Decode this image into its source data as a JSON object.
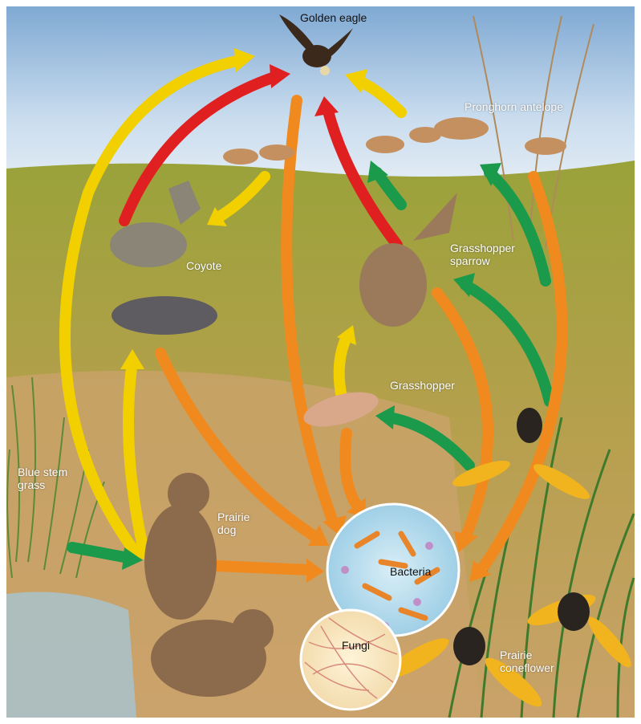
{
  "labels": {
    "golden_eagle": "Golden eagle",
    "pronghorn_antelope": "Pronghorn antelope",
    "coyote": "Coyote",
    "grasshopper_sparrow_line1": "Grasshopper",
    "grasshopper_sparrow_line2": "sparrow",
    "grasshopper": "Grasshopper",
    "blue_stem_grass_line1": "Blue stem",
    "blue_stem_grass_line2": "grass",
    "prairie_dog_line1": "Prairie",
    "prairie_dog_line2": "dog",
    "bacteria": "Bacteria",
    "fungi": "Fungi",
    "prairie_coneflower_line1": "Prairie",
    "prairie_coneflower_line2": "coneflower"
  },
  "arrow_colors": {
    "producer_to_herbivore": "#1a9a4a",
    "herbivore_to_carnivore": "#f2d000",
    "carnivore_to_top": "#e02020",
    "to_decomposers": "#f08a1e"
  }
}
